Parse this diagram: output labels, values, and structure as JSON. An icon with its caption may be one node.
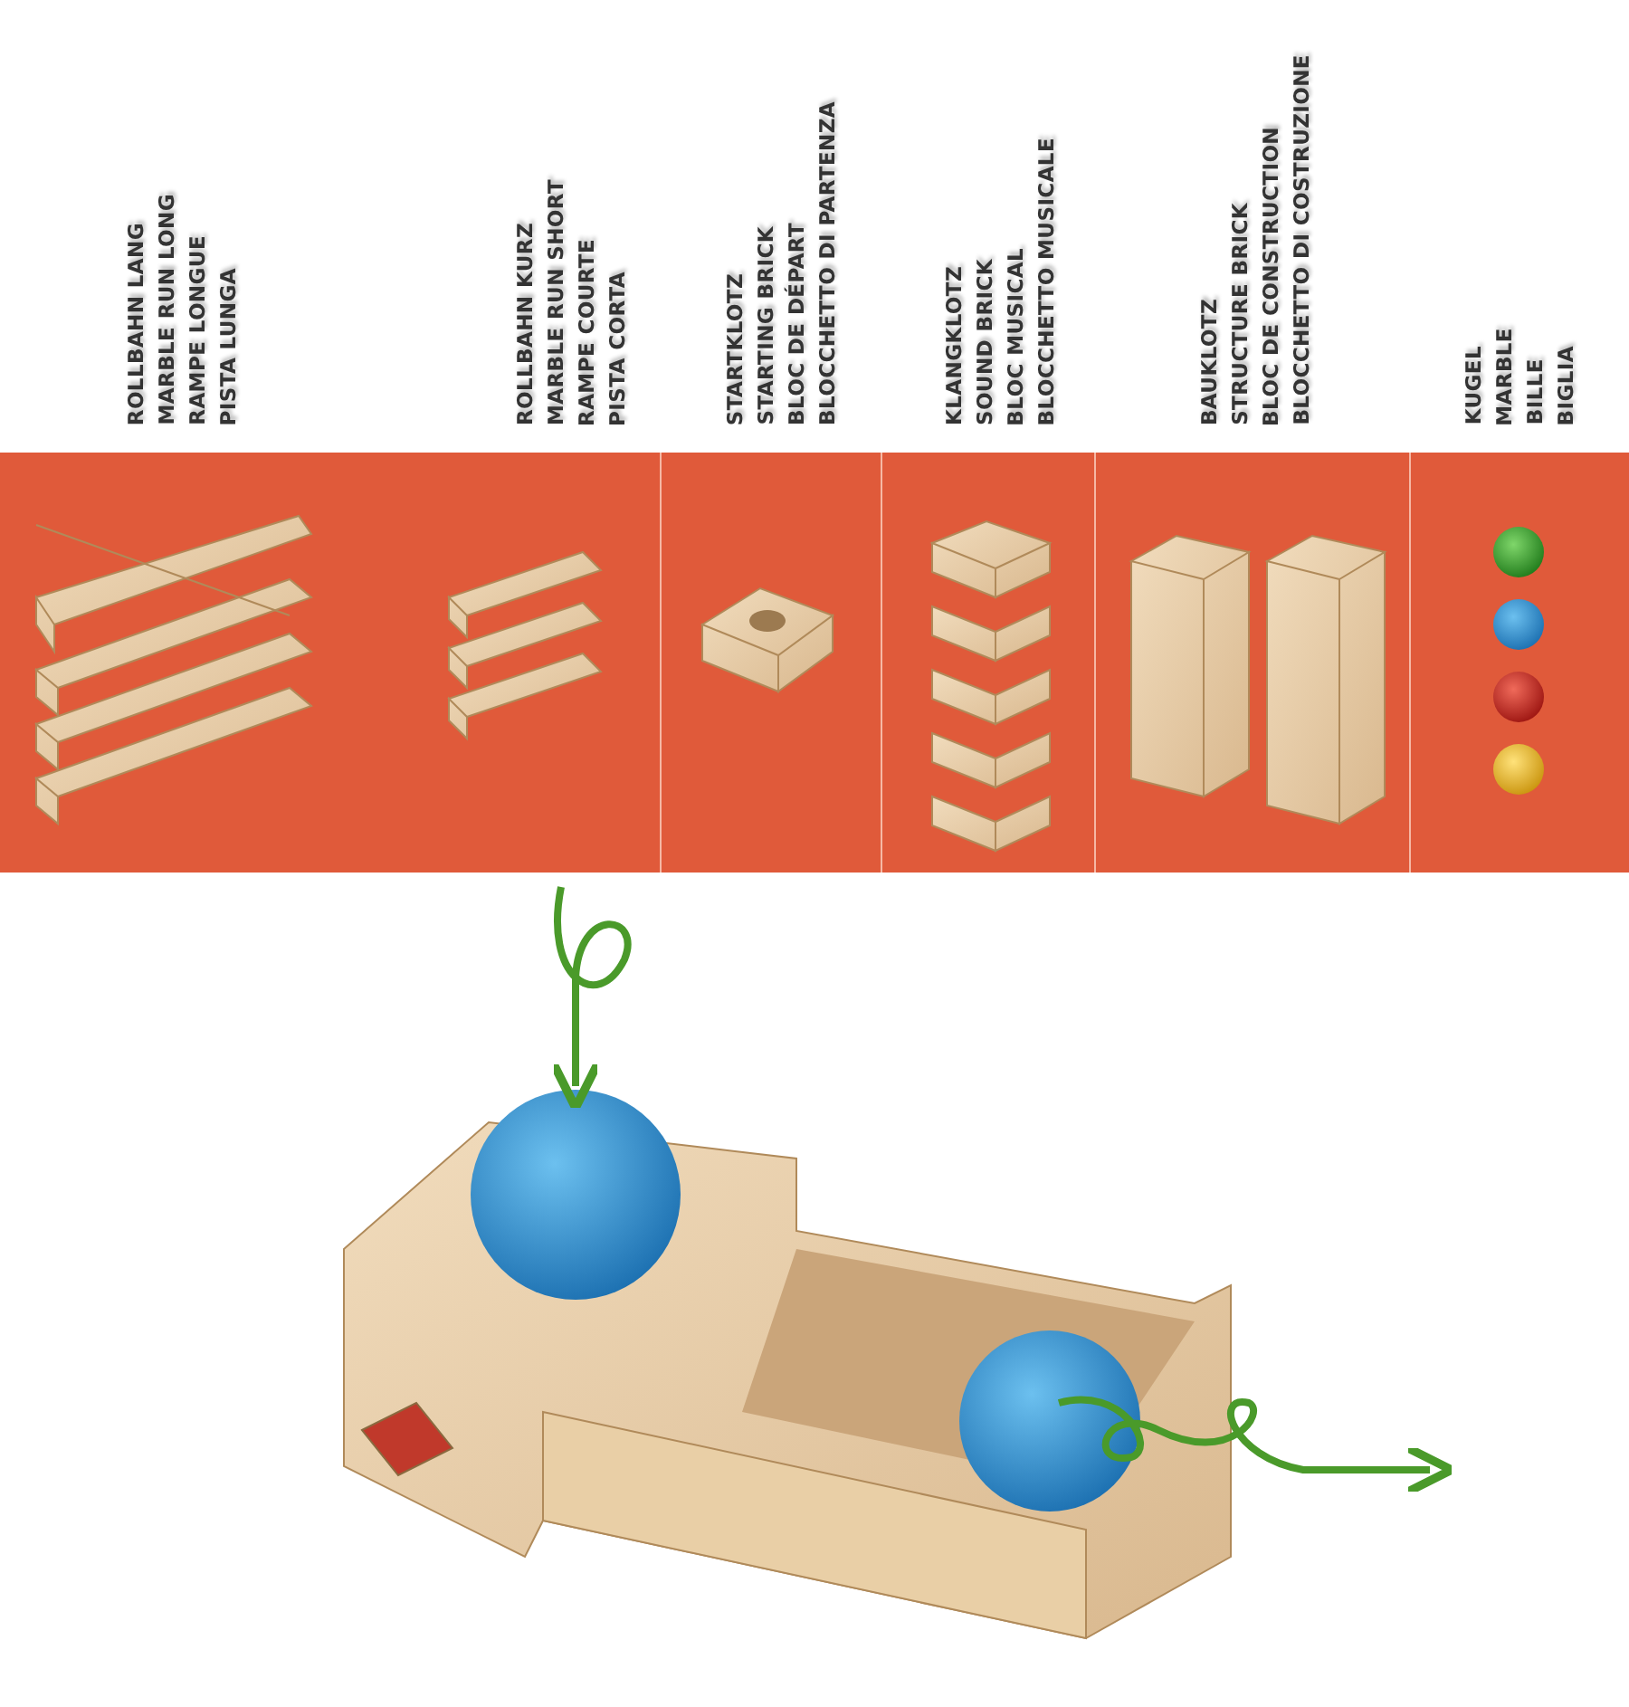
{
  "diagram": {
    "labels": [
      "ROLLBAHN LANG",
      "MARBLE RUN LONG",
      "RAMPE LONGUE",
      "PISTA LUNGA",
      "ROLLBAHN KURZ",
      "MARBLE RUN SHORT",
      "RAMPE COURTE",
      "PISTA CORTA",
      "STARTKLOTZ",
      "STARTING BRICK",
      "BLOC DE DÉPART",
      "BLOCCHETTO DI PARTENZA",
      "KLANGKLOTZ",
      "SOUND BRICK",
      "BLOC MUSICAL",
      "BLOCCHETTO MUSICALE",
      "BAUKLOTZ",
      "STRUCTURE BRICK",
      "BLOC DE CONSTRUCTION",
      "BLOCCHETTO DI COSTRUZIONE",
      "KUGEL",
      "MARBLE",
      "BILLE",
      "BIGLIA"
    ]
  }
}
